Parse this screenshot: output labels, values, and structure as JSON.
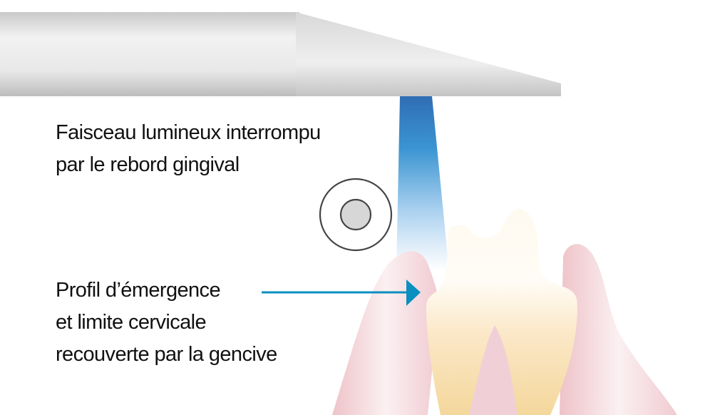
{
  "labels": {
    "beam": [
      "Faisceau lumineux interrompu",
      "par le rebord gingival"
    ],
    "emergence": [
      "Profil d’émergence",
      "et limite cervicale",
      "recouverte par la gencive"
    ]
  },
  "icons": {
    "instrument": "curing-light-tip",
    "beam": "light-beam",
    "symbol": "circle-dot-icon",
    "arrow": "arrow-right-icon"
  },
  "colors": {
    "arrow": "#0a8fc0",
    "beam": "#2f7fc6",
    "gum": "#f0c9cf",
    "tooth": "#f6dca8",
    "instrument": "#d0d0d0"
  }
}
